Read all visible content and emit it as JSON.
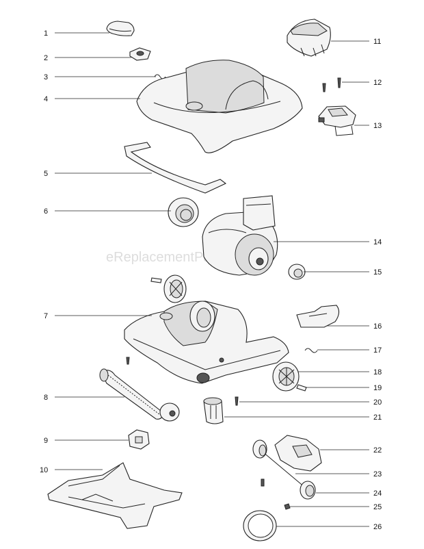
{
  "watermark": "eReplacementParts.com",
  "callouts": [
    {
      "num": "1"
    },
    {
      "num": "2"
    },
    {
      "num": "3"
    },
    {
      "num": "4"
    },
    {
      "num": "5"
    },
    {
      "num": "6"
    },
    {
      "num": "7"
    },
    {
      "num": "8"
    },
    {
      "num": "9"
    },
    {
      "num": "10"
    },
    {
      "num": "11"
    },
    {
      "num": "12"
    },
    {
      "num": "13"
    },
    {
      "num": "14"
    },
    {
      "num": "15"
    },
    {
      "num": "16"
    },
    {
      "num": "17"
    },
    {
      "num": "18"
    },
    {
      "num": "19"
    },
    {
      "num": "20"
    },
    {
      "num": "21"
    },
    {
      "num": "22"
    },
    {
      "num": "23"
    },
    {
      "num": "24"
    },
    {
      "num": "25"
    },
    {
      "num": "26"
    }
  ]
}
